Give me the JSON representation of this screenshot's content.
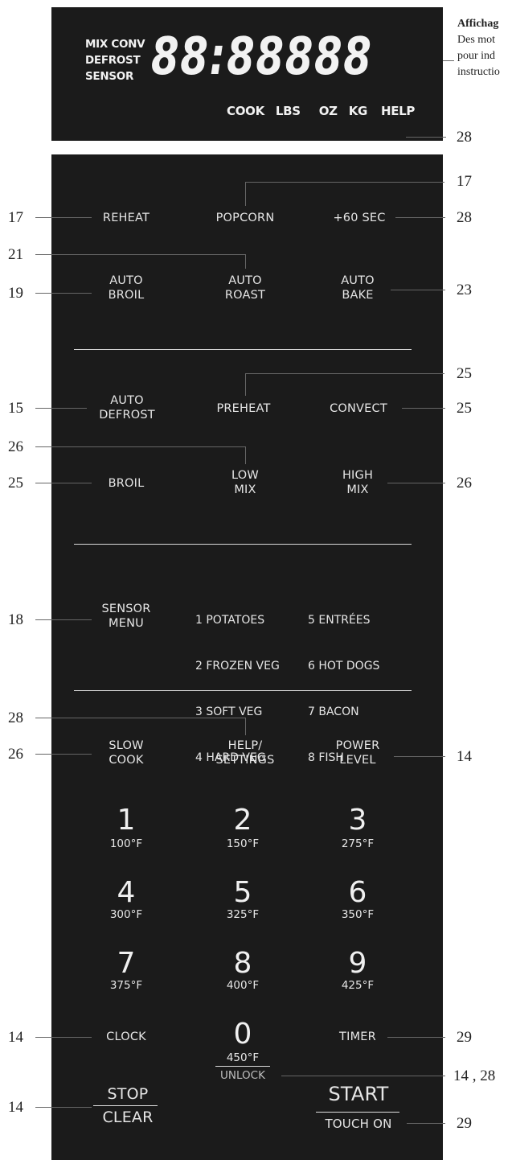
{
  "display": {
    "mode_labels": [
      "MIX CONV",
      "DEFROST",
      "SENSOR"
    ],
    "segment_text": "88:88888",
    "unit_labels": [
      "COOK",
      "LBS",
      "OZ",
      "KG",
      "HELP"
    ]
  },
  "side_note": {
    "title": "Affichag",
    "lines": [
      "Des mot",
      "pour ind",
      "instructio"
    ]
  },
  "buttons": {
    "reheat": "REHEAT",
    "popcorn": "POPCORN",
    "plus60": "+60 SEC",
    "auto_broil": "AUTO\nBROIL",
    "auto_roast": "AUTO\nROAST",
    "auto_bake": "AUTO\nBAKE",
    "auto_defrost": "AUTO\nDEFROST",
    "preheat": "PREHEAT",
    "convect": "CONVECT",
    "broil": "BROIL",
    "low_mix": "LOW\nMIX",
    "high_mix": "HIGH\nMIX",
    "sensor_menu": "SENSOR\nMENU",
    "slow_cook": "SLOW\nCOOK",
    "help_settings": "HELP/\nSETTINGS",
    "power_level": "POWER\nLEVEL",
    "clock": "CLOCK",
    "timer": "TIMER",
    "stop": "STOP",
    "clear": "CLEAR",
    "start": "START",
    "touch_on": "TOUCH ON",
    "unlock": "UNLOCK"
  },
  "sensor_items_left": [
    "1 POTATOES",
    "2 FROZEN VEG",
    "3 SOFT VEG",
    "4 HARD VEG"
  ],
  "sensor_items_right": [
    "5 ENTRÉES",
    "6 HOT DOGS",
    "7 BACON",
    "8 FISH"
  ],
  "keypad": [
    {
      "digit": "1",
      "temp": "100°F"
    },
    {
      "digit": "2",
      "temp": "150°F"
    },
    {
      "digit": "3",
      "temp": "275°F"
    },
    {
      "digit": "4",
      "temp": "300°F"
    },
    {
      "digit": "5",
      "temp": "325°F"
    },
    {
      "digit": "6",
      "temp": "350°F"
    },
    {
      "digit": "7",
      "temp": "375°F"
    },
    {
      "digit": "8",
      "temp": "400°F"
    },
    {
      "digit": "9",
      "temp": "425°F"
    },
    {
      "digit": "0",
      "temp": "450°F"
    }
  ],
  "refs": {
    "display_help": "28",
    "popcorn": "17",
    "reheat": "17",
    "plus60": "28",
    "auto_roast": "21",
    "auto_broil": "19",
    "auto_bake": "23",
    "preheat": "25",
    "auto_defrost": "15",
    "convect": "25",
    "low_mix": "26",
    "broil": "25",
    "high_mix": "26",
    "sensor_menu": "18",
    "help_settings": "28",
    "slow_cook": "26",
    "power_level": "14",
    "clock": "14",
    "timer": "29",
    "unlock": "14 , 28",
    "stop_clear": "14",
    "touch_on": "29"
  }
}
